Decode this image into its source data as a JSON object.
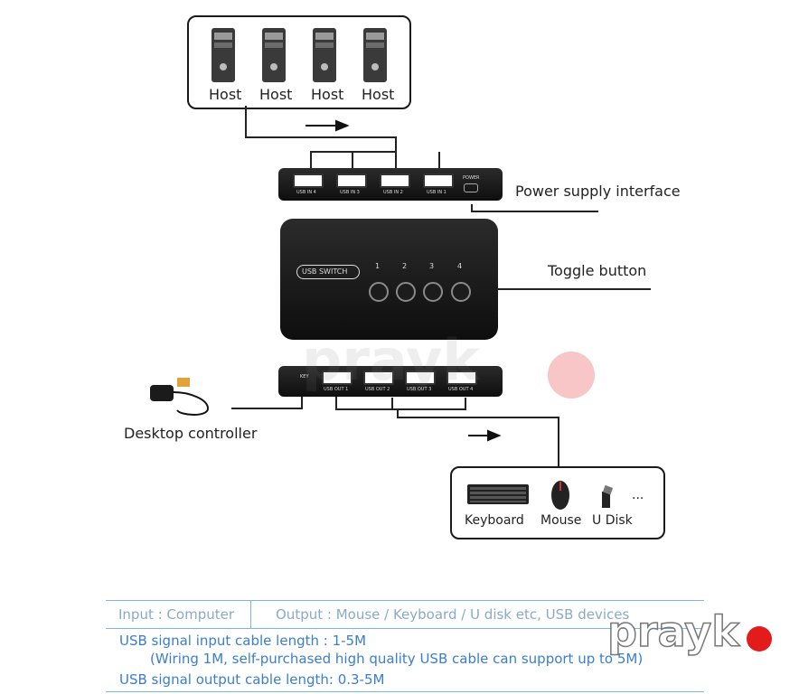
{
  "hosts": {
    "label": "Host",
    "count": 4
  },
  "switch_top": {
    "ports": [
      "USB IN 4",
      "USB IN 3",
      "USB IN 2",
      "USB IN 1"
    ],
    "power_label": "POWER",
    "callout": "Power supply interface"
  },
  "switch_body": {
    "brand_label": "USB SWITCH",
    "buttons": [
      "1",
      "2",
      "3",
      "4"
    ],
    "callout": "Toggle button"
  },
  "switch_bottom": {
    "key_label": "KEY",
    "ports": [
      "USB OUT 1",
      "USB OUT 2",
      "USB OUT 3",
      "USB OUT 4"
    ]
  },
  "desktop_controller": {
    "label": "Desktop controller"
  },
  "devices": {
    "keyboard": "Keyboard",
    "mouse": "Mouse",
    "udisk": "U Disk",
    "more": "..."
  },
  "watermark": {
    "text": "prayk",
    "accent": "#e31b1b"
  },
  "specs": {
    "input": "Input : Computer",
    "output": "Output : Mouse / Keyboard / U disk etc, USB devices",
    "line1": "USB signal input cable length : 1-5M",
    "line2": "(Wiring 1M, self-purchased high quality USB cable can support up to 5M)",
    "line3": "USB signal output cable length: 0.3-5M"
  },
  "colors": {
    "spec_text": "#3b7ecb",
    "rule": "#7ab6e6",
    "device": "#111111"
  }
}
